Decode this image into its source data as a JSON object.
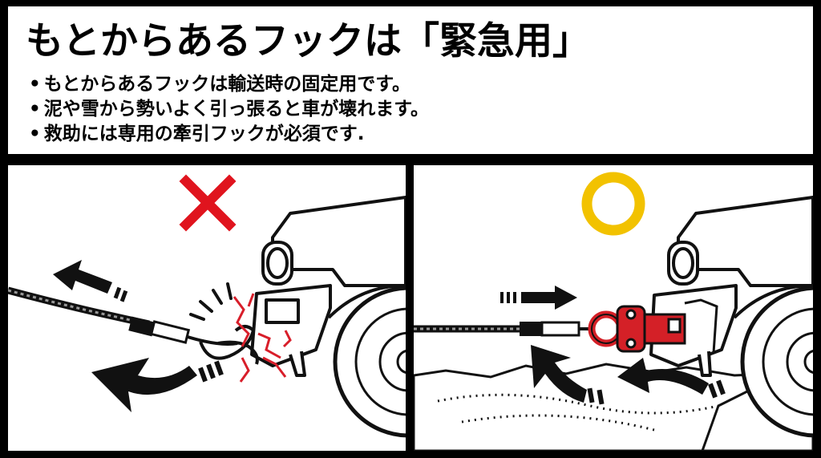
{
  "header": {
    "title": "もとからあるフックは「緊急用」",
    "bullets": [
      "もとからあるフックは輸送時の固定用です。",
      "泥や雪から勢いよく引っ張ると車が壊れます。",
      "救助には専用の牽引フックが必須です."
    ]
  },
  "panels": {
    "wrong": {
      "mark": "cross-mark",
      "mark_color": "#e0141e",
      "crack_color": "#d81e2a"
    },
    "right": {
      "mark": "circle-mark",
      "mark_color": "#f2c200",
      "shackle_color": "#d42027"
    }
  }
}
